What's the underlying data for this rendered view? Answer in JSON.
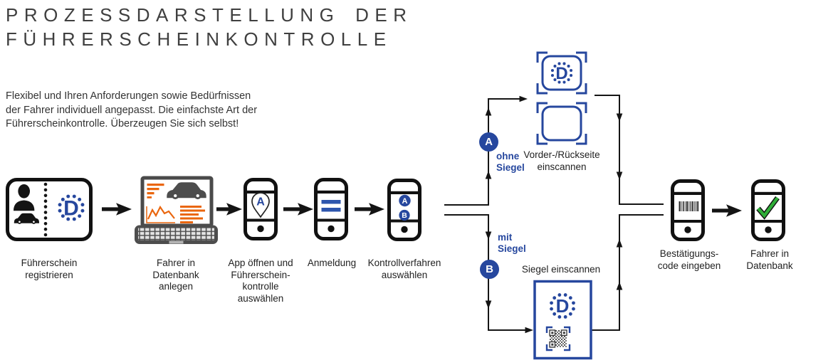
{
  "title": "PROZESSDARSTELLUNG DER\nFÜHRERSCHEINKONTROLLE",
  "intro": "Flexibel und Ihren Anforderungen sowie Bedürfnissen\nder Fahrer individuell angepasst. Die einfachste Art der\nFührerscheinkontrolle. Überzeugen Sie sich selbst!",
  "steps": [
    {
      "label": "Führerschein\nregistrieren"
    },
    {
      "label": "Fahrer in\nDatenbank\nanlegen"
    },
    {
      "label": "App öffnen und\nFührerschein-\nkontrolle\nauswählen"
    },
    {
      "label": "Anmeldung"
    },
    {
      "label": "Kontrollverfahren\nauswählen"
    },
    {
      "label": "Bestätigungs-\ncode eingeben"
    },
    {
      "label": "Fahrer in\nDatenbank"
    }
  ],
  "branch": {
    "a": {
      "letter": "A",
      "label": "ohne\nSiegel",
      "scan_label": "Vorder-/Rückseite\neinscannen"
    },
    "b": {
      "letter": "B",
      "label": "mit\nSiegel",
      "scan_label": "Siegel einscannen"
    }
  },
  "icons": {
    "license_letter": "D",
    "pin_letter": "A",
    "select_letter_a": "A",
    "select_letter_b": "B",
    "scan_front_letter": "D",
    "seal_letter": "D"
  },
  "colors": {
    "blue": "#26479e",
    "bar_blue": "#2d55ad",
    "orange": "#ea660e",
    "green": "#2fae38",
    "gray": "#4d4d4d",
    "ink": "#141414",
    "text": "#222222",
    "title": "#3f3f3f"
  }
}
